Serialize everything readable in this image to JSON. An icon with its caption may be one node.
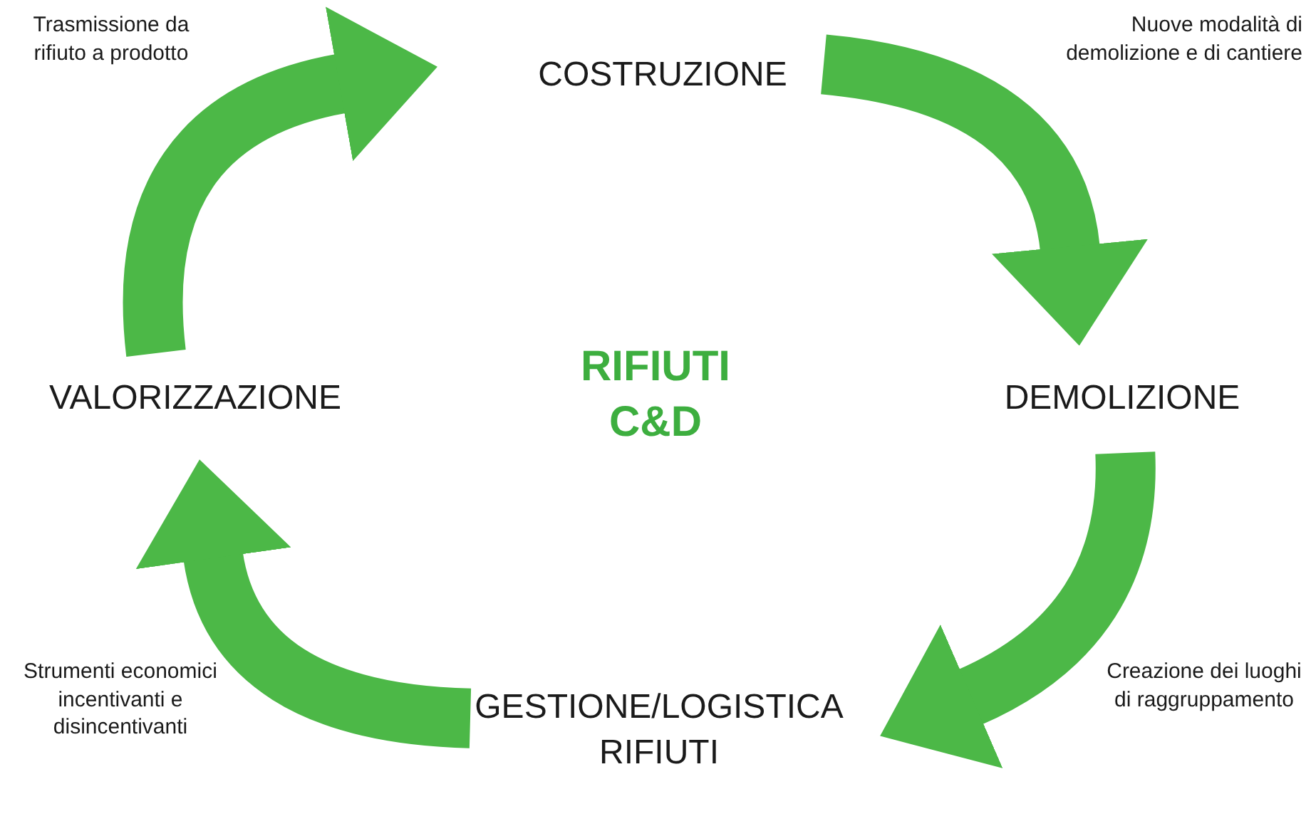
{
  "diagram": {
    "nodes": [
      {
        "text": [
          "COSTRUZIONE"
        ]
      },
      {
        "text": [
          "DEMOLIZIONE"
        ]
      },
      {
        "text": [
          "GESTIONE/LOGISTICA RIFIUTI"
        ]
      },
      {
        "text": [
          "VALORIZZAZIONE"
        ]
      }
    ],
    "edges": [
      {
        "from": 0,
        "to": 1,
        "arrow": "to",
        "label": "Nuove modalità di demolizione e di cantiere"
      },
      {
        "from": 1,
        "to": 2,
        "arrow": "to",
        "label": "Creazione dei luoghi di raggruppamento"
      },
      {
        "from": 2,
        "to": 3,
        "arrow": "to",
        "label": "Strumenti economici incentivanti e disincentivanti"
      },
      {
        "from": 3,
        "to": 0,
        "arrow": "to",
        "label": "Trasmissione da rifiuto a prodotto"
      }
    ],
    "labels": [
      "RIFIUTI C&D"
    ]
  }
}
